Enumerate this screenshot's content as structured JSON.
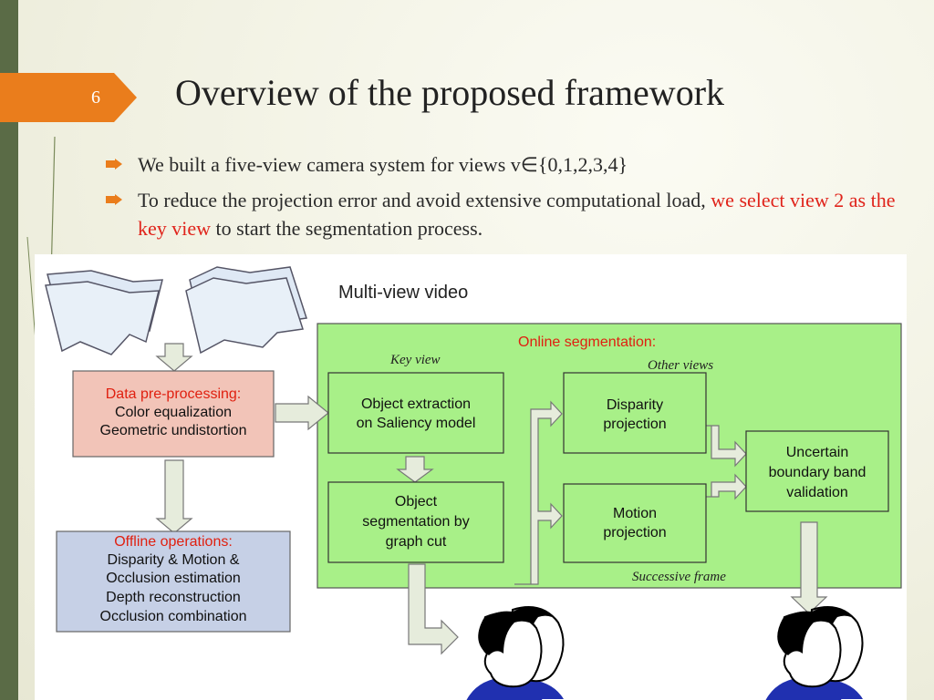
{
  "slide": {
    "number": "6",
    "title": "Overview of the proposed framework"
  },
  "bullets": [
    {
      "text": "We built a five-view camera system for views v∈{0,1,2,3,4}"
    },
    {
      "text_before": "To reduce the projection error and avoid extensive computational load, ",
      "highlight": "we select view 2 as the key view",
      "text_after": " to start the segmentation process."
    }
  ],
  "diagram": {
    "multi_view_label": "Multi-view video",
    "online_label": "Online segmentation:",
    "key_view_label": "Key view",
    "other_views_label": "Other views",
    "successive_label": "Successive frame",
    "preprocess": {
      "title": "Data pre-processing:",
      "line1": "Color equalization",
      "line2": "Geometric undistortion"
    },
    "offline": {
      "title": "Offline operations:",
      "line1": "Disparity & Motion &",
      "line2": "Occlusion estimation",
      "line3": "Depth reconstruction",
      "line4": "Occlusion combination"
    },
    "object_extraction": {
      "line1": "Object extraction",
      "line2": "on Saliency model"
    },
    "object_segmentation": {
      "line1": "Object",
      "line2": "segmentation by",
      "line3": "graph cut"
    },
    "disparity": {
      "line1": "Disparity",
      "line2": "projection"
    },
    "motion": {
      "line1": "Motion",
      "line2": "projection"
    },
    "uncertain": {
      "line1": "Uncertain",
      "line2": "boundary band",
      "line3": "validation"
    }
  },
  "colors": {
    "accent_orange": "#ea7d1c",
    "sidebar_green": "#5a6b46",
    "highlight_red": "#e0241b",
    "diagram_red_text": "#e02010",
    "green_fill": "#a8f088",
    "pink_fill": "#f2c4b8",
    "blue_fill": "#c6d0e6"
  }
}
